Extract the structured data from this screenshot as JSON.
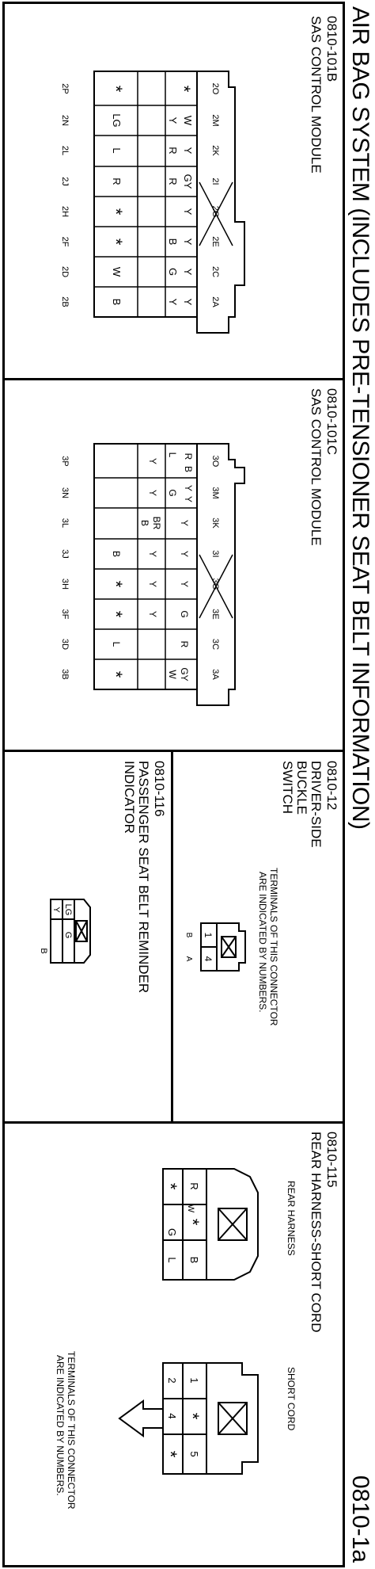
{
  "header": {
    "title": "AIR BAG SYSTEM (INCLUDES PRE-TENSIONER SEAT BELT INFORMATION)",
    "page_number": "0810-1a"
  },
  "panels": {
    "p101b": {
      "code": "0810-101B",
      "name": "SAS CONTROL MODULE",
      "terminals_top": [
        "2O",
        "2M",
        "2K",
        "2I",
        "2G",
        "2E",
        "2C",
        "2A"
      ],
      "terminals_bottom": [
        "2P",
        "2N",
        "2L",
        "2J",
        "2H",
        "2F",
        "2D",
        "2B"
      ],
      "cells_row1": [
        "",
        "W",
        "Y",
        "GY",
        "Y",
        "Y",
        "Y",
        "Y"
      ],
      "cells_row2": [
        "",
        "Y",
        "R",
        "R",
        "",
        "B",
        "G",
        "Y"
      ],
      "cells_row3": [
        "*",
        "LG",
        "L",
        "R",
        "*",
        "*",
        "W",
        "B"
      ],
      "cell_r0c0": "*"
    },
    "p101c": {
      "code": "0810-101C",
      "name": "SAS CONTROL MODULE",
      "terminals_top": [
        "3O",
        "3M",
        "3K",
        "3I",
        "3G",
        "3E",
        "3C",
        "3A"
      ],
      "terminals_bottom": [
        "3P",
        "3N",
        "3L",
        "3J",
        "3H",
        "3F",
        "3D",
        "3B"
      ],
      "cells_row1": [
        "R",
        "Y",
        "Y",
        "Y",
        "Y",
        "G",
        "R",
        "GY"
      ],
      "cells_row2": [
        "L",
        "G",
        "BR",
        "Y",
        "Y",
        "Y",
        "",
        "W"
      ],
      "cells_row3": [
        "Y",
        "Y",
        "B",
        "B",
        "*",
        "*",
        "L",
        "*"
      ],
      "row1b": [
        "B",
        "Y"
      ],
      "row3b": [
        "B"
      ]
    },
    "p12": {
      "code": "0810-12",
      "name_lines": [
        "DRIVER-SIDE",
        "BUCKLE",
        "SWITCH"
      ],
      "note_lines": [
        "TERMINALS OF THIS CONNECTOR",
        "ARE INDICATED BY NUMBERS."
      ],
      "cells": [
        "1",
        "4"
      ],
      "wires": [
        "B",
        "A"
      ]
    },
    "p116": {
      "code": "0810-116",
      "name_lines": [
        "PASSENGER SEAT BELT REMINDER",
        "INDICATOR"
      ],
      "cells_row1": [
        "LG",
        "G"
      ],
      "cells_row2": [
        "Y",
        "B"
      ]
    },
    "p115": {
      "code": "0810-115",
      "name": "REAR HARNESS-SHORT CORD",
      "rear_label": "REAR HARNESS",
      "short_label": "SHORT CORD",
      "rear_row1": [
        "R",
        "*",
        "B"
      ],
      "rear_row2": [
        "W",
        "*",
        "G",
        "L"
      ],
      "rear_row3": [
        "*"
      ],
      "short_row1": [
        "1",
        "*",
        "5"
      ],
      "short_row2": [
        "2",
        "4",
        "*"
      ],
      "note_lines": [
        "TERMINALS OF THIS CONNECTOR",
        "ARE INDICATED BY NUMBERS."
      ]
    }
  }
}
